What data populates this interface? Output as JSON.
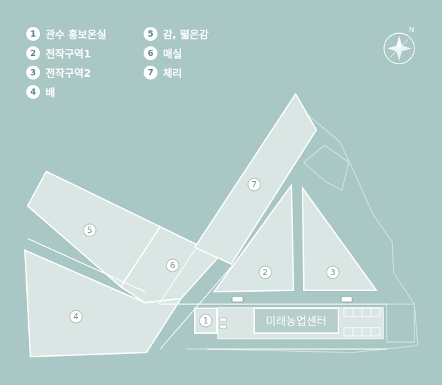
{
  "legend": [
    {
      "num": "1",
      "label": "관수 홍보온실"
    },
    {
      "num": "2",
      "label": "전작구역1"
    },
    {
      "num": "3",
      "label": "전작구역2"
    },
    {
      "num": "4",
      "label": "배"
    },
    {
      "num": "5",
      "label": "감, 떫은감"
    },
    {
      "num": "6",
      "label": "매실"
    },
    {
      "num": "7",
      "label": "체리"
    }
  ],
  "map": {
    "building_name": "미래농업센터",
    "zone_labels": {
      "z1": "1",
      "z2": "2",
      "z3": "3",
      "z4": "4",
      "z5": "5",
      "z6": "6",
      "z7": "7"
    }
  },
  "compass": {
    "north": "N"
  },
  "colors": {
    "background": "#a9c7c4",
    "plot": "#dae6e4",
    "outline": "#ffffff",
    "accent": "#5a8a86"
  }
}
